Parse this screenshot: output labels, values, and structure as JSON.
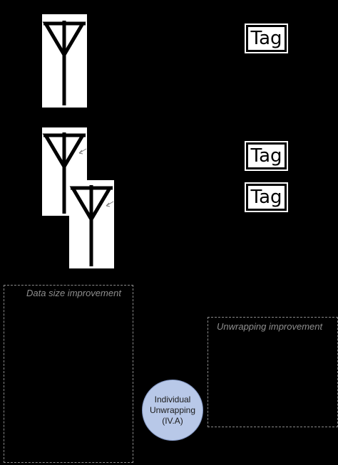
{
  "tags": [
    {
      "label": "Tag"
    },
    {
      "label": "Tag"
    },
    {
      "label": "Tag"
    }
  ],
  "regions": {
    "data_size": {
      "label": "Data size improvement"
    },
    "unwrapping": {
      "label": "Unwrapping improvement"
    }
  },
  "step": {
    "line1": "Individual",
    "line2": "Unwrapping",
    "line3": "(IV.A)"
  },
  "colors": {
    "background": "#000000",
    "card": "#ffffff",
    "region_border": "#8a8a8a",
    "region_label": "#8f8f8f",
    "step_fill": "#b8c8e8"
  },
  "icons": [
    "antenna-icon"
  ]
}
